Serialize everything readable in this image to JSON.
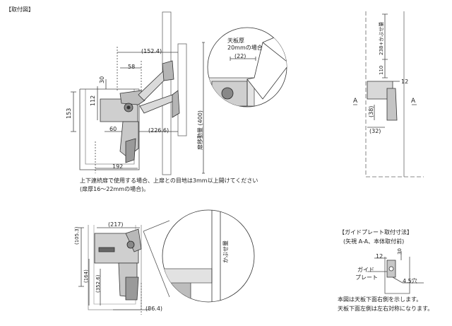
{
  "title": "【取付図】",
  "top_view": {
    "dims": {
      "d152_4": "(152.4)",
      "d58": "58",
      "d30": "30",
      "d112": "112",
      "d153": "153",
      "d60": "60",
      "d226_6": "(226.6)",
      "d192": "192",
      "travel_label": "扉移動量 (400)"
    },
    "notes": [
      "上下連続扉で使用する場合、上扉との目地は3mm以上開けてください",
      "(扉厚16〜22mmの場合)。"
    ]
  },
  "detail_top": {
    "caption_line1": "天板厚",
    "caption_line2": "20mmの場合",
    "dim": "(22)"
  },
  "side_view": {
    "dims": {
      "d238": "238+かぶせ量",
      "d110": "110",
      "d12": "12",
      "d38": "(38)",
      "d32": "(32)"
    },
    "section_marks": [
      "A",
      "A"
    ]
  },
  "bottom_view": {
    "dims": {
      "d217": "(217)",
      "d105_3": "(105.3)",
      "d164": "(164)",
      "d352_6": "(352.6)",
      "d86_4": "(86.4)"
    },
    "overlap_label": "かぶせ量"
  },
  "guide_plate": {
    "heading": "【ガイドプレート取付寸法】",
    "subheading": "(矢視 A-A、本体取付前)",
    "d12": "12",
    "d30": "30",
    "label_line1": "ガイド",
    "label_line2": "プレート",
    "hole": "4.5穴",
    "notes": [
      "本図は天板下面右側を示します。",
      "天板下面左側は左右対称になります。"
    ]
  }
}
